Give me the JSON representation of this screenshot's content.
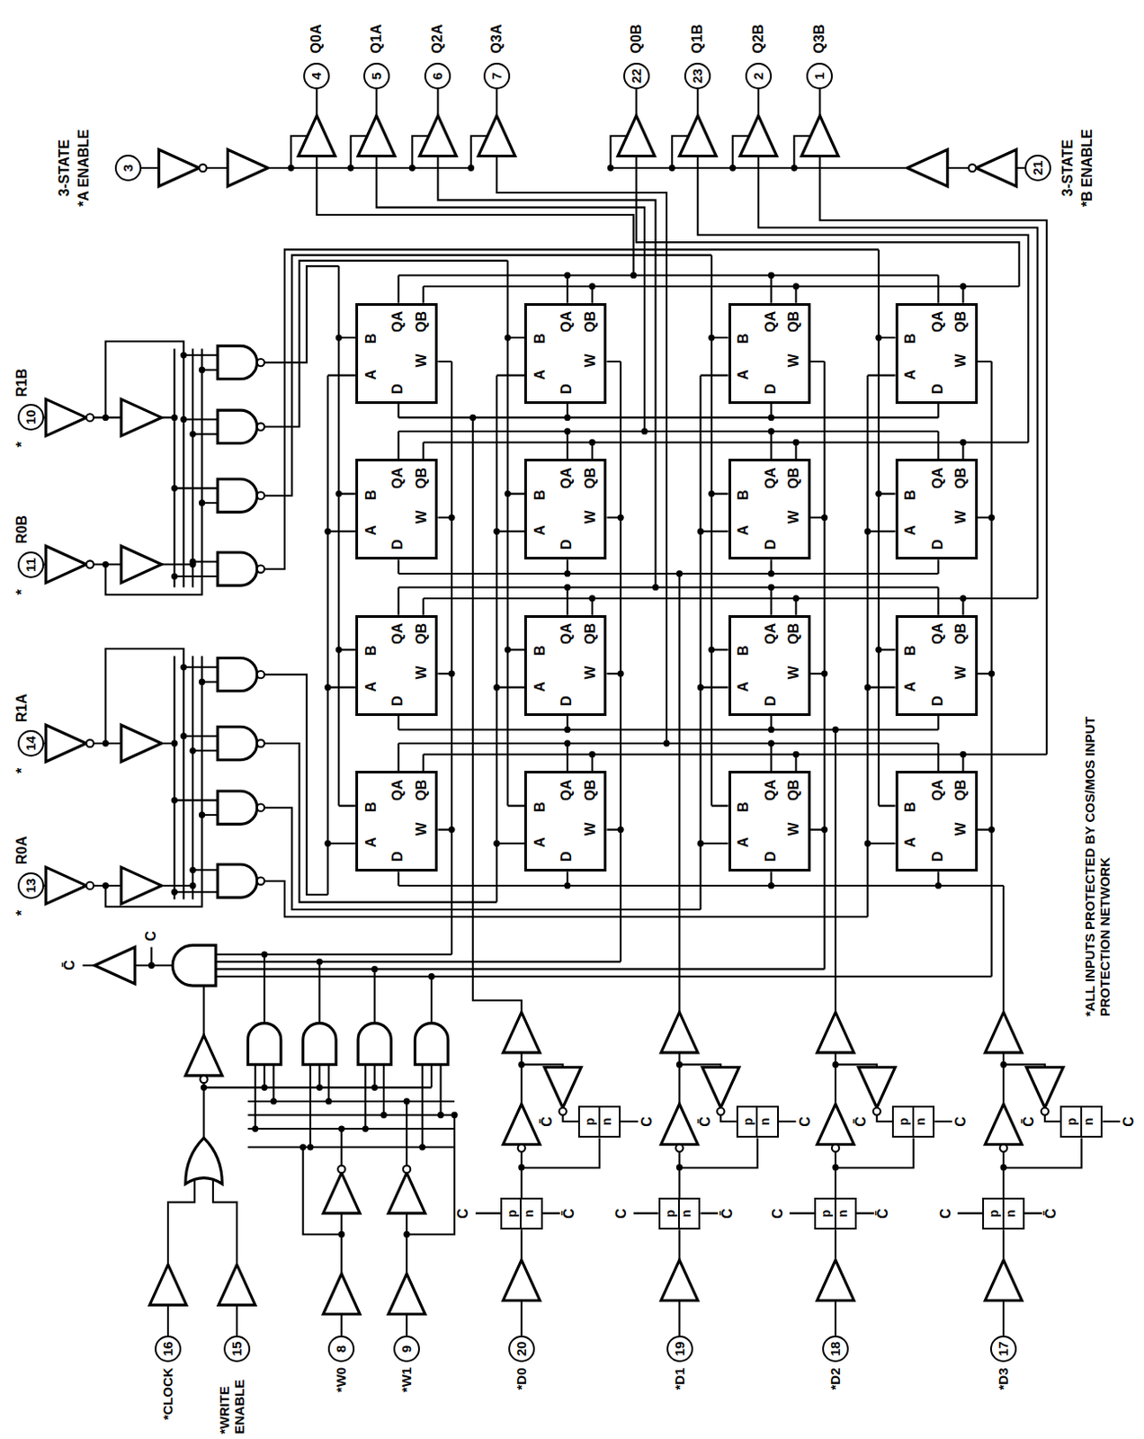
{
  "diagram": {
    "nodes": [
      {
        "text": [
          "3"
        ]
      },
      {
        "text": [
          "4"
        ]
      },
      {
        "text": [
          "5"
        ]
      },
      {
        "text": [
          "6"
        ]
      },
      {
        "text": [
          "7"
        ]
      },
      {
        "text": [
          "22"
        ]
      },
      {
        "text": [
          "23"
        ]
      },
      {
        "text": [
          "2"
        ]
      },
      {
        "text": [
          "1"
        ]
      },
      {
        "text": [
          "21"
        ]
      },
      {
        "text": [
          "10"
        ]
      },
      {
        "text": [
          "11"
        ]
      },
      {
        "text": [
          "14"
        ]
      },
      {
        "text": [
          "13"
        ]
      },
      {
        "text": [
          "A",
          "B",
          "QA",
          "QB",
          "D",
          "W"
        ]
      },
      {
        "text": [
          "A",
          "B",
          "QA",
          "QB",
          "D",
          "W"
        ]
      },
      {
        "text": [
          "A",
          "B",
          "QA",
          "QB",
          "D",
          "W"
        ]
      },
      {
        "text": [
          "A",
          "B",
          "QA",
          "QB",
          "D",
          "W"
        ]
      },
      {
        "text": [
          "A",
          "B",
          "QA",
          "QB",
          "D",
          "W"
        ]
      },
      {
        "text": [
          "A",
          "B",
          "QA",
          "QB",
          "D",
          "W"
        ]
      },
      {
        "text": [
          "A",
          "B",
          "QA",
          "QB",
          "D",
          "W"
        ]
      },
      {
        "text": [
          "A",
          "B",
          "QA",
          "QB",
          "D",
          "W"
        ]
      },
      {
        "text": [
          "A",
          "B",
          "QA",
          "QB",
          "D",
          "W"
        ]
      },
      {
        "text": [
          "A",
          "B",
          "QA",
          "QB",
          "D",
          "W"
        ]
      },
      {
        "text": [
          "A",
          "B",
          "QA",
          "QB",
          "D",
          "W"
        ]
      },
      {
        "text": [
          "A",
          "B",
          "QA",
          "QB",
          "D",
          "W"
        ]
      },
      {
        "text": [
          "A",
          "B",
          "QA",
          "QB",
          "D",
          "W"
        ]
      },
      {
        "text": [
          "A",
          "B",
          "QA",
          "QB",
          "D",
          "W"
        ]
      },
      {
        "text": [
          "A",
          "B",
          "QA",
          "QB",
          "D",
          "W"
        ]
      },
      {
        "text": [
          "A",
          "B",
          "QA",
          "QB",
          "D",
          "W"
        ]
      },
      {
        "text": [
          "p",
          "n"
        ]
      },
      {
        "text": [
          "p",
          "n"
        ]
      },
      {
        "text": [
          "p",
          "n"
        ]
      },
      {
        "text": [
          "p",
          "n"
        ]
      },
      {
        "text": [
          "p",
          "n"
        ]
      },
      {
        "text": [
          "p",
          "n"
        ]
      },
      {
        "text": [
          "p",
          "n"
        ]
      },
      {
        "text": [
          "p",
          "n"
        ]
      },
      {
        "text": [
          "16"
        ]
      },
      {
        "text": [
          "15"
        ]
      },
      {
        "text": [
          "8"
        ]
      },
      {
        "text": [
          "9"
        ]
      },
      {
        "text": [
          "20"
        ]
      },
      {
        "text": [
          "19"
        ]
      },
      {
        "text": [
          "18"
        ]
      },
      {
        "text": [
          "17"
        ]
      }
    ],
    "edges": [
      {
        "from": 30,
        "to": 31,
        "arrow": "none"
      },
      {
        "from": 32,
        "to": 33,
        "arrow": "none"
      },
      {
        "from": 34,
        "to": 35,
        "arrow": "none"
      },
      {
        "from": 36,
        "to": 37,
        "arrow": "none"
      }
    ],
    "labels": [
      "3-STATE",
      "*A ENABLE",
      "Q0A",
      "Q1A",
      "Q2A",
      "Q3A",
      "Q0B",
      "Q1B",
      "Q2B",
      "Q3B",
      "3-STATE",
      "*B ENABLE",
      "R1B",
      "*",
      "R0B",
      "*",
      "R1A",
      "*",
      "R0A",
      "*",
      "C̄",
      "C",
      "C",
      "C̄",
      "C̄",
      "C",
      "C",
      "C̄",
      "C̄",
      "C",
      "C",
      "C̄",
      "C̄",
      "C",
      "C",
      "C̄",
      "C̄",
      "C",
      "*CLOCK",
      "*WRITE ENABLE",
      "*W0",
      "*W1",
      "*D0",
      "*D1",
      "*D2",
      "*D3",
      "*ALL INPUTS PROTECTED BY COS/MOS INPUT PROTECTION NETWORK"
    ]
  }
}
